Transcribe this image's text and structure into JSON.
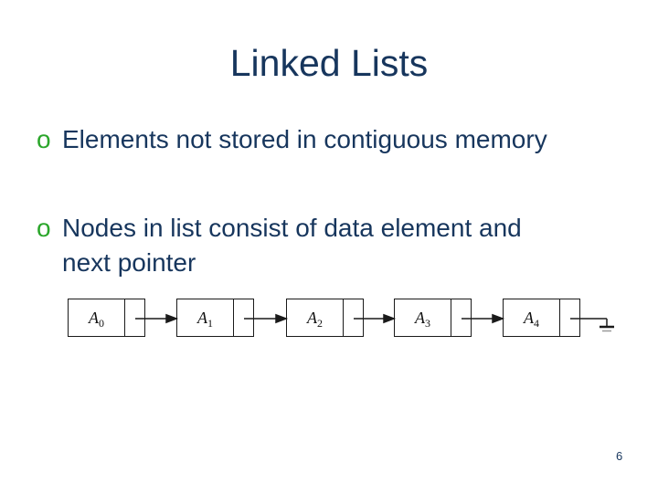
{
  "slide": {
    "title": "Linked Lists",
    "page_number": "6",
    "bullets": [
      {
        "marker": "o",
        "lines": [
          "Elements not stored in contiguous memory"
        ]
      },
      {
        "marker": "o",
        "lines": [
          "Nodes in list consist of data element and",
          "next pointer"
        ]
      }
    ],
    "diagram": {
      "type": "singly-linked-list",
      "nodes": [
        {
          "base": "A",
          "sub": "0"
        },
        {
          "base": "A",
          "sub": "1"
        },
        {
          "base": "A",
          "sub": "2"
        },
        {
          "base": "A",
          "sub": "3"
        },
        {
          "base": "A",
          "sub": "4"
        }
      ],
      "terminator": "null-ground-symbol"
    },
    "colors": {
      "title_text": "#17365D",
      "body_text": "#17365D",
      "bullet_marker": "#2BA62B",
      "diagram_lines": "#1A1A1A"
    }
  }
}
